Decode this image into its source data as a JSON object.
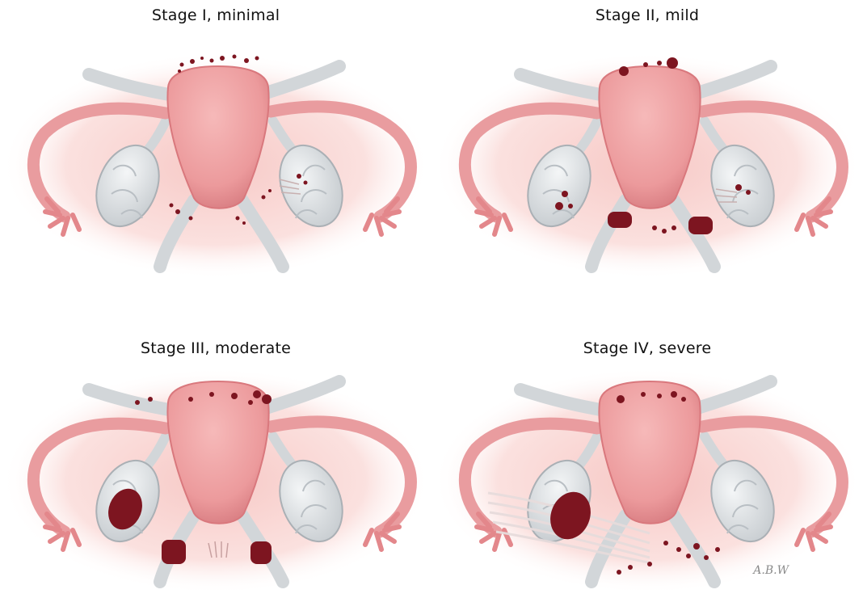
{
  "panels": [
    {
      "id": "stage-1",
      "title": "Stage I, minimal"
    },
    {
      "id": "stage-2",
      "title": "Stage II, mild"
    },
    {
      "id": "stage-3",
      "title": "Stage III, moderate"
    },
    {
      "id": "stage-4",
      "title": "Stage IV, severe"
    }
  ],
  "artist_signature": "A.B.W",
  "colors": {
    "background_glow": "#f9d7d5",
    "uterus": "#efa3a4",
    "uterus_shadow": "#d9787d",
    "ovary": "#dfe3e5",
    "ligament": "#d5d8da",
    "lesion": "#7d1520",
    "adhesion": "#e7dcdc"
  }
}
